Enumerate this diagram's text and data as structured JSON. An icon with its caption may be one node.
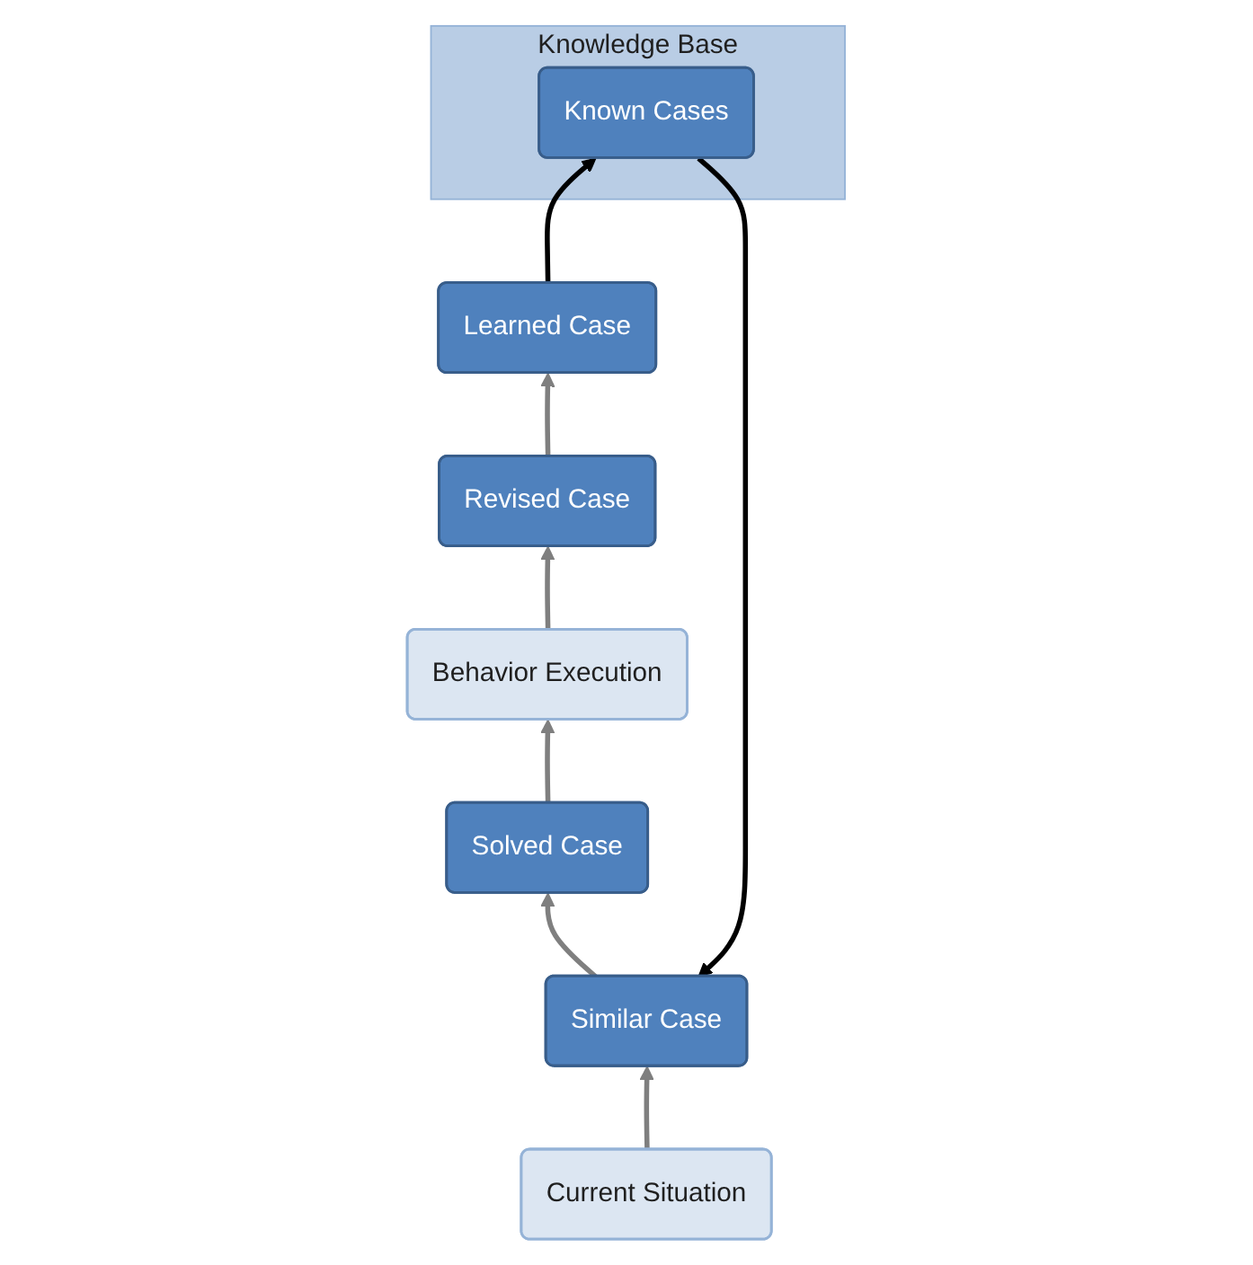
{
  "diagram": {
    "nodes": [
      {
        "text": [
          "Current Situation"
        ]
      },
      {
        "text": [
          "Similar Case"
        ]
      },
      {
        "text": [
          "Solved Case"
        ]
      },
      {
        "text": [
          "Behavior Execution"
        ]
      },
      {
        "text": [
          "Revised Case"
        ]
      },
      {
        "text": [
          "Learned Case"
        ]
      },
      {
        "text": [
          "Knowledge Base"
        ]
      },
      {
        "text": [
          "Known Cases"
        ],
        "in": 6
      }
    ],
    "edges": [
      {
        "from": 0,
        "to": 1,
        "arrow": "to"
      },
      {
        "from": 1,
        "to": 2,
        "arrow": "to"
      },
      {
        "from": 2,
        "to": 3,
        "arrow": "to"
      },
      {
        "from": 3,
        "to": 4,
        "arrow": "to"
      },
      {
        "from": 4,
        "to": 5,
        "arrow": "to"
      },
      {
        "from": 5,
        "to": 7,
        "arrow": "to",
        "color": "#000000"
      },
      {
        "from": 7,
        "to": 1,
        "arrow": "to",
        "color": "#000000"
      }
    ]
  }
}
